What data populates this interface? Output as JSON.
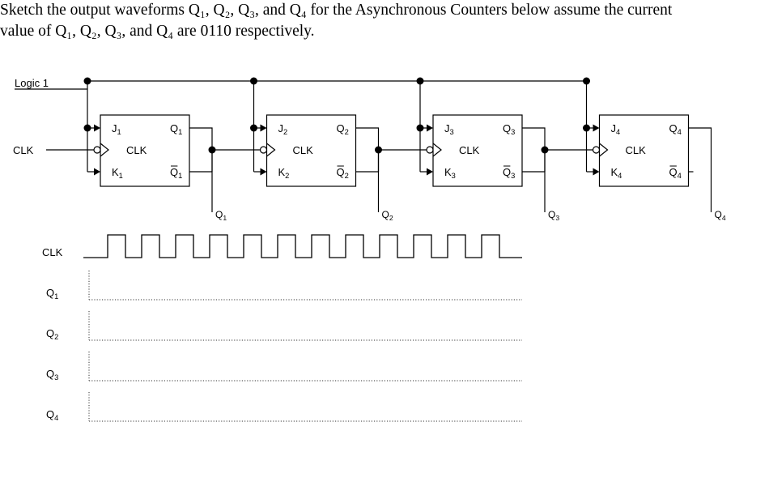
{
  "question": {
    "line1": "Sketch the output waveforms Q₁, Q₂, Q₃, and Q₄ for the Asynchronous Counters below assume the current",
    "line2": "value of Q₁, Q₂, Q₃, and Q₄ are 0110 respectively."
  },
  "circuit": {
    "logic_label": "Logic 1",
    "clk_input_label": "CLK",
    "flipflops": [
      {
        "j": "J",
        "k": "K",
        "sub": "1",
        "clk": "CLK",
        "q": "Q",
        "qbar": "Q",
        "out": "Q"
      },
      {
        "j": "J",
        "k": "K",
        "sub": "2",
        "clk": "CLK",
        "q": "Q",
        "qbar": "Q",
        "out": "Q"
      },
      {
        "j": "J",
        "k": "K",
        "sub": "3",
        "clk": "CLK",
        "q": "Q",
        "qbar": "Q",
        "out": "Q"
      },
      {
        "j": "J",
        "k": "K",
        "sub": "4",
        "clk": "CLK",
        "q": "Q",
        "qbar": "Q",
        "out": "Q"
      }
    ]
  },
  "timing": {
    "clk_label": "CLK",
    "clock_pulses": 12,
    "rows": [
      {
        "label": "Q",
        "sub": "1"
      },
      {
        "label": "Q",
        "sub": "2"
      },
      {
        "label": "Q",
        "sub": "3"
      },
      {
        "label": "Q",
        "sub": "4"
      }
    ]
  }
}
